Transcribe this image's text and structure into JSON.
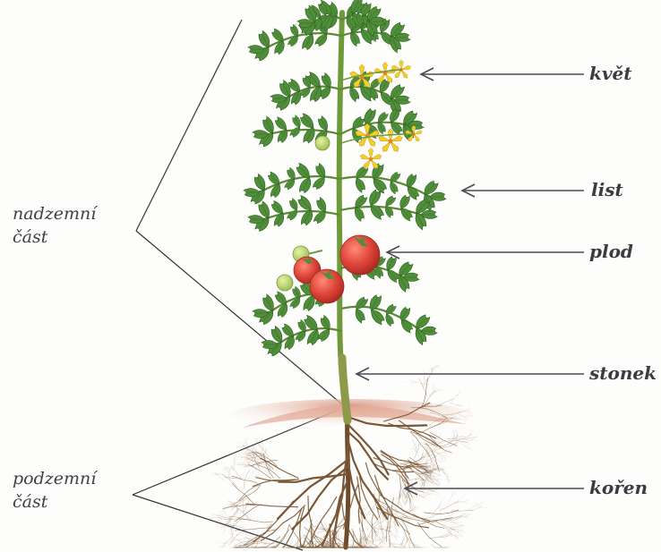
{
  "parts": {
    "above_ground_line1": "nadzemní",
    "above_ground_line2": "část",
    "below_ground_line1": "podzemní",
    "below_ground_line2": "část"
  },
  "organs": {
    "flower": "květ",
    "leaf": "list",
    "fruit": "plod",
    "stem": "stonek",
    "root": "kořen"
  },
  "colors": {
    "stem": "#6f9a3a",
    "leaf": "#4f8f3a",
    "fruit": "#e0463a",
    "unripe_fruit": "#b9d66a",
    "flower": "#f3cf2e",
    "root": "#7a5634",
    "soil": "#e8b7a3",
    "label": "#3b3b42"
  }
}
